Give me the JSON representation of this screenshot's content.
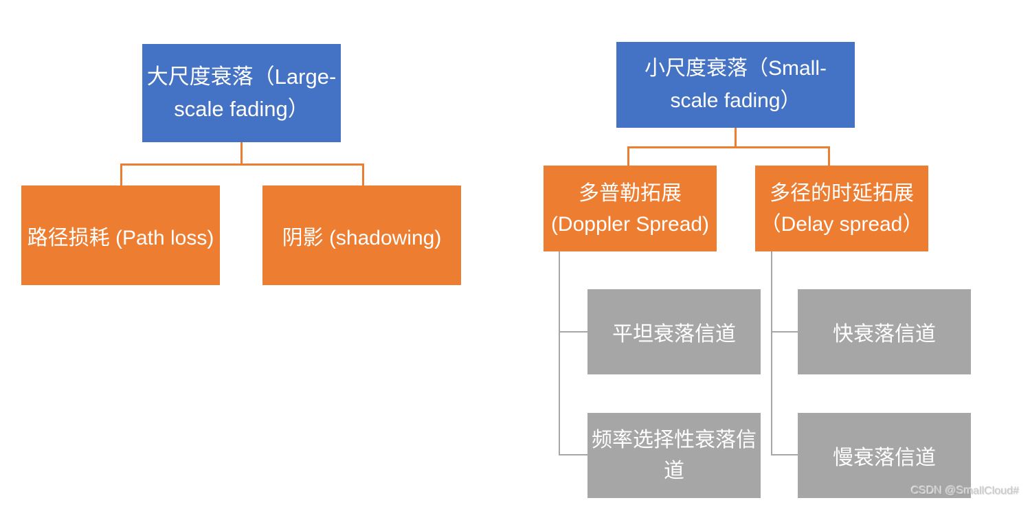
{
  "colors": {
    "background": "#ffffff",
    "root_blue": "#4472C4",
    "branch_orange": "#ED7D31",
    "leaf_gray": "#A6A6A6",
    "node_text": "#ffffff",
    "connector_orange": "#ED7D31",
    "connector_gray": "#A6A6A6"
  },
  "left_tree": {
    "root": {
      "label": "大尺度衰落（Large-scale fading）",
      "lines": [
        "大尺度衰落（Large-",
        "scale fading）"
      ]
    },
    "children": [
      {
        "label": "路径损耗 (Path loss)",
        "lines": [
          "路径损耗 (Path loss)"
        ]
      },
      {
        "label": "阴影 (shadowing)",
        "lines": [
          "阴影 (shadowing)"
        ]
      }
    ]
  },
  "right_tree": {
    "root": {
      "label": "小尺度衰落（Small-scale fading）",
      "lines": [
        "小尺度衰落（Small-",
        "scale fading）"
      ]
    },
    "children": [
      {
        "label": "多普勒拓展 (Doppler Spread)",
        "lines": [
          "多普勒拓展",
          "(Doppler Spread)"
        ],
        "children": [
          {
            "label": "平坦衰落信道",
            "lines": [
              "平坦衰落信道"
            ]
          },
          {
            "label": "频率选择性衰落信道",
            "lines": [
              "频率选择性衰落信",
              "道"
            ]
          }
        ]
      },
      {
        "label": "多径的时延拓展（Delay spread）",
        "lines": [
          "多径的时延拓展",
          "（Delay spread）"
        ],
        "children": [
          {
            "label": "快衰落信道",
            "lines": [
              "快衰落信道"
            ]
          },
          {
            "label": "慢衰落信道",
            "lines": [
              "慢衰落信道"
            ]
          }
        ]
      }
    ]
  },
  "watermark": "CSDN @SmallCloud#"
}
